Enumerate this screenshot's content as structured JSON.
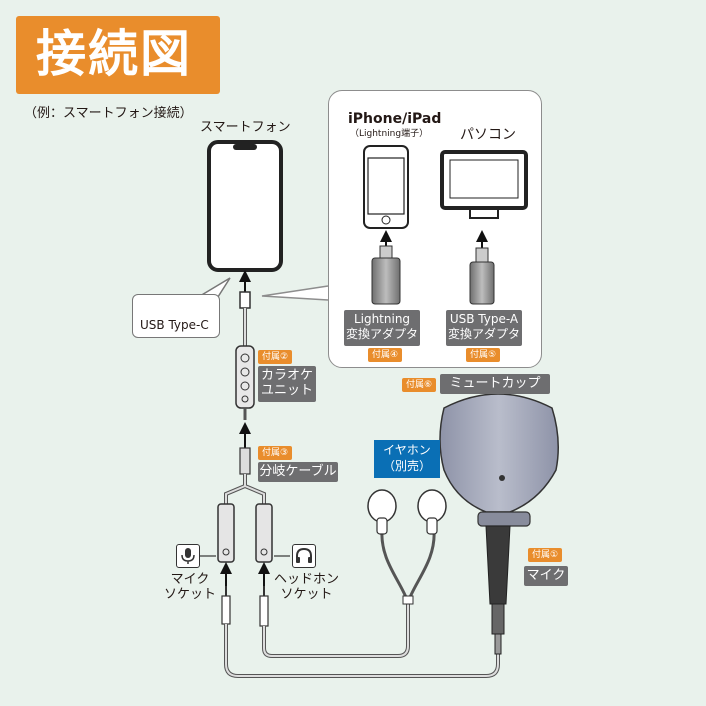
{
  "title": "接続図",
  "note": "（例：スマートフォン接続）",
  "phone_label": "スマートフォン",
  "usb_c_label": "USB Type-C",
  "panel": {
    "iphone_title": "iPhone/iPad",
    "iphone_sub": "（Lightning端子）",
    "pc_label": "パソコン",
    "lightning_adapter": [
      "Lightning",
      "変換アダプタ"
    ],
    "usba_adapter": [
      "USB Type-A",
      "変換アダプタ"
    ],
    "accessory_4": "付属④",
    "accessory_5": "付属⑤"
  },
  "karaoke": {
    "accessory": "付属②",
    "name": [
      "カラオケ",
      "ユニット"
    ]
  },
  "cable": {
    "accessory": "付属③",
    "name": "分岐ケーブル"
  },
  "mute_cup": {
    "accessory": "付属⑥",
    "name": "ミュートカップ"
  },
  "mic": {
    "accessory": "付属①",
    "name": "マイク"
  },
  "earphone": [
    "イヤホン",
    "（別売）"
  ],
  "mic_socket": [
    "マイク",
    "ソケット"
  ],
  "headphone_socket": [
    "ヘッドホン",
    "ソケット"
  ],
  "icons": [
    "microphone-icon",
    "headphone-icon"
  ],
  "colors": {
    "title_bg": "#e98d2c",
    "badge_gray": "#6e6e70",
    "earphone_blue": "#0a6fb5",
    "background": "#e9f2ec"
  }
}
